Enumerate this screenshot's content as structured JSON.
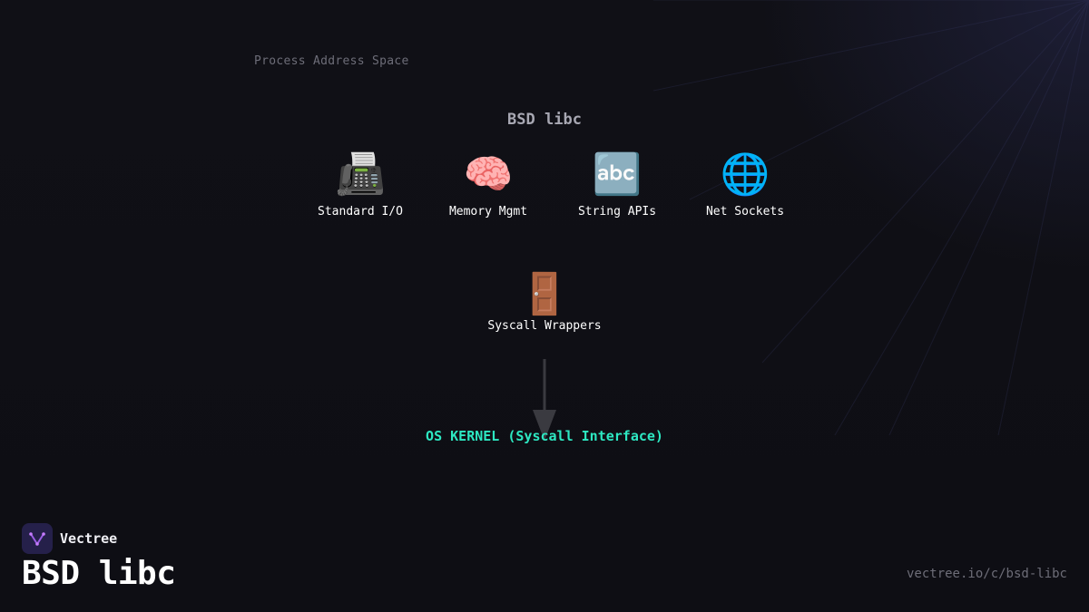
{
  "diagram": {
    "region_label": "Process Address Space",
    "group_title": "BSD libc",
    "components": [
      {
        "icon": "fax-machine-icon",
        "glyph": "📠",
        "label": "Standard I/O"
      },
      {
        "icon": "brain-icon",
        "glyph": "🧠",
        "label": "Memory Mgmt"
      },
      {
        "icon": "abc-letters-icon",
        "glyph": "🔤",
        "label": "String APIs"
      },
      {
        "icon": "globe-icon",
        "glyph": "🌐",
        "label": "Net Sockets"
      }
    ],
    "gateway": {
      "icon": "door-icon",
      "glyph": "🚪",
      "label": "Syscall Wrappers"
    },
    "kernel_label": "OS KERNEL (Syscall Interface)"
  },
  "footer": {
    "brand_name": "Vectree",
    "title": "BSD libc",
    "url": "vectree.io/c/bsd-libc"
  },
  "colors": {
    "background": "#0f0f15",
    "kernel_accent": "#2de8c2",
    "muted_text": "#6d6d78",
    "logo_bg": "#25204a"
  }
}
